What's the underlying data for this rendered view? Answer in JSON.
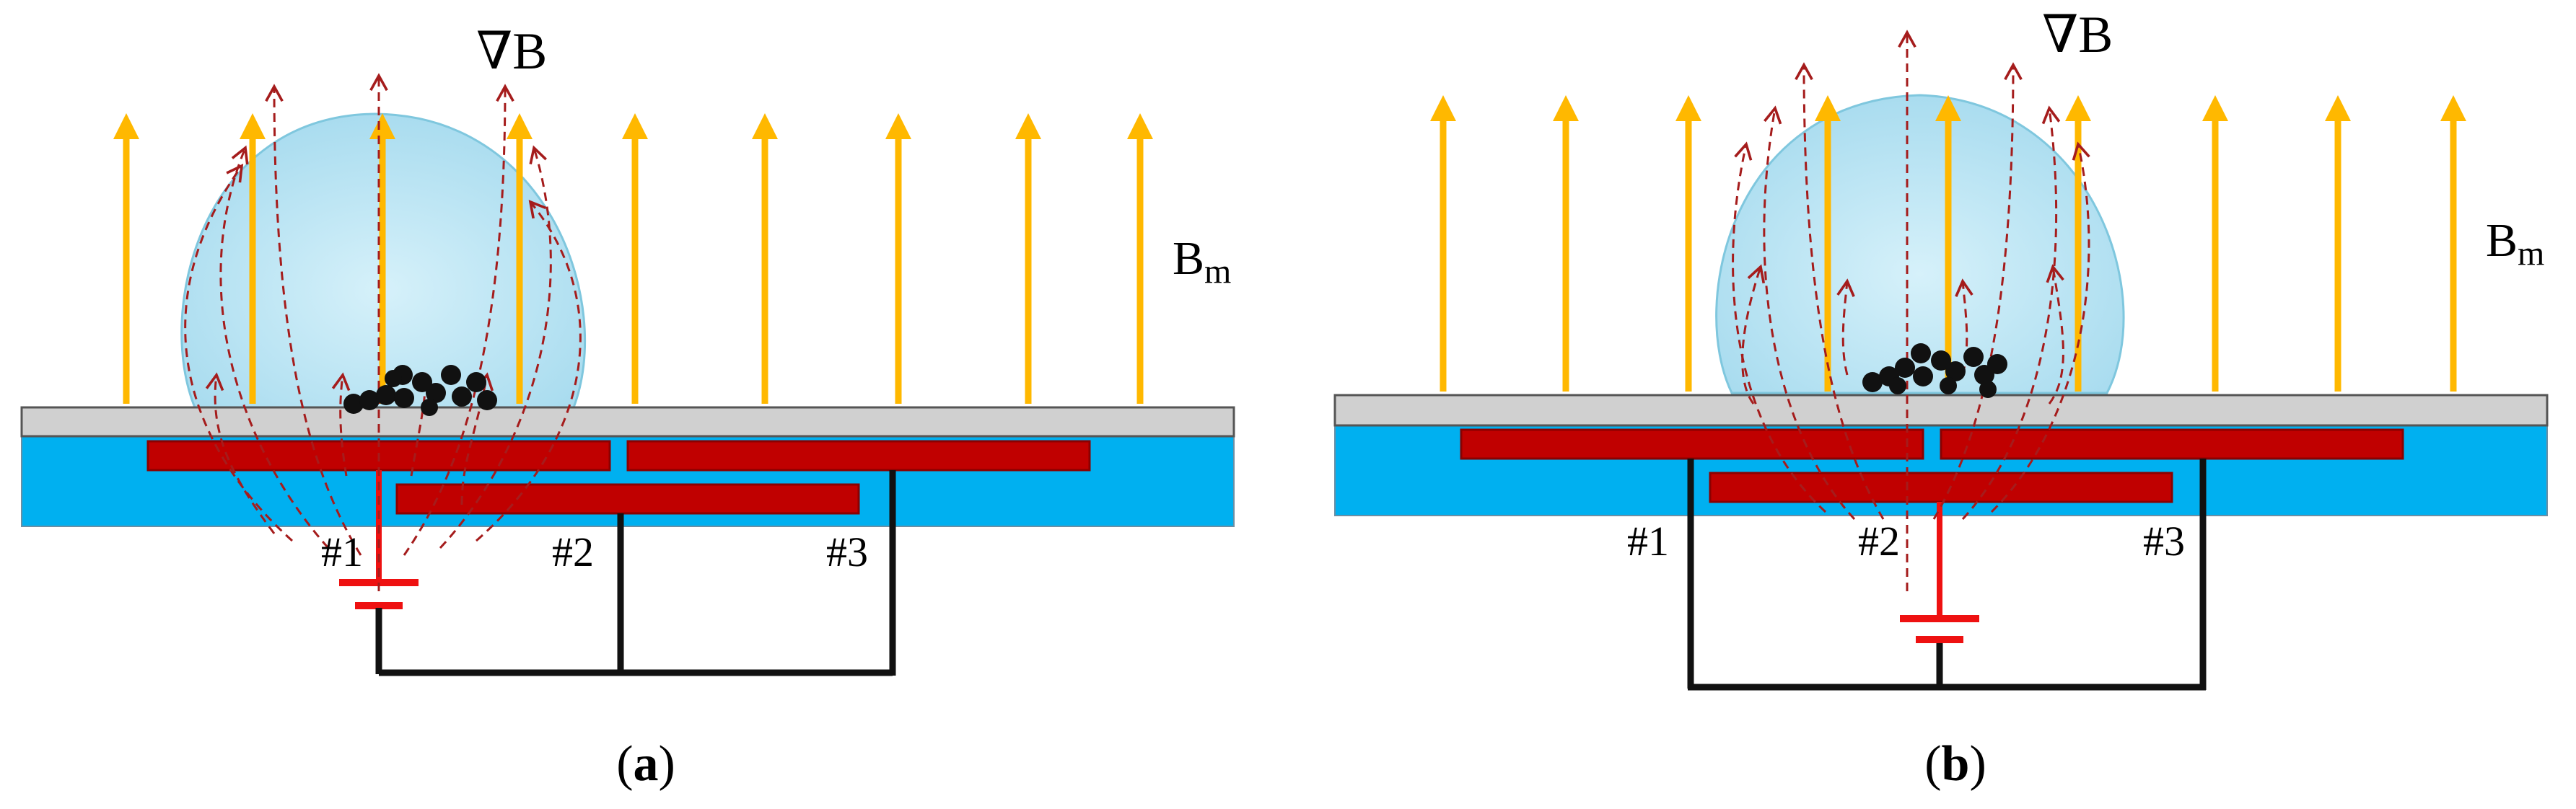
{
  "figure": {
    "panels": [
      {
        "id": "a",
        "caption_prefix": "(",
        "caption_letter": "a",
        "caption_suffix": ")",
        "gradient_label": "∇B",
        "field_label_main": "B",
        "field_label_sub": "m",
        "electrode_labels": [
          "#1",
          "#2",
          "#3"
        ]
      },
      {
        "id": "b",
        "caption_prefix": "(",
        "caption_letter": "b",
        "caption_suffix": ")",
        "gradient_label": "∇B",
        "field_label_main": "B",
        "field_label_sub": "m",
        "electrode_labels": [
          "#1",
          "#2",
          "#3"
        ]
      }
    ],
    "colors": {
      "field_arrow": "#FFB800",
      "gradient_line": "#A51C1C",
      "electrode": "#C00000",
      "electrode_edge": "#8B0000",
      "substrate": "#00B0F0",
      "cover_plate": "#D0D0D0",
      "droplet": "#BFE7F5",
      "particles": "#111111",
      "wire": "#111111",
      "battery": "#EE1111"
    }
  }
}
